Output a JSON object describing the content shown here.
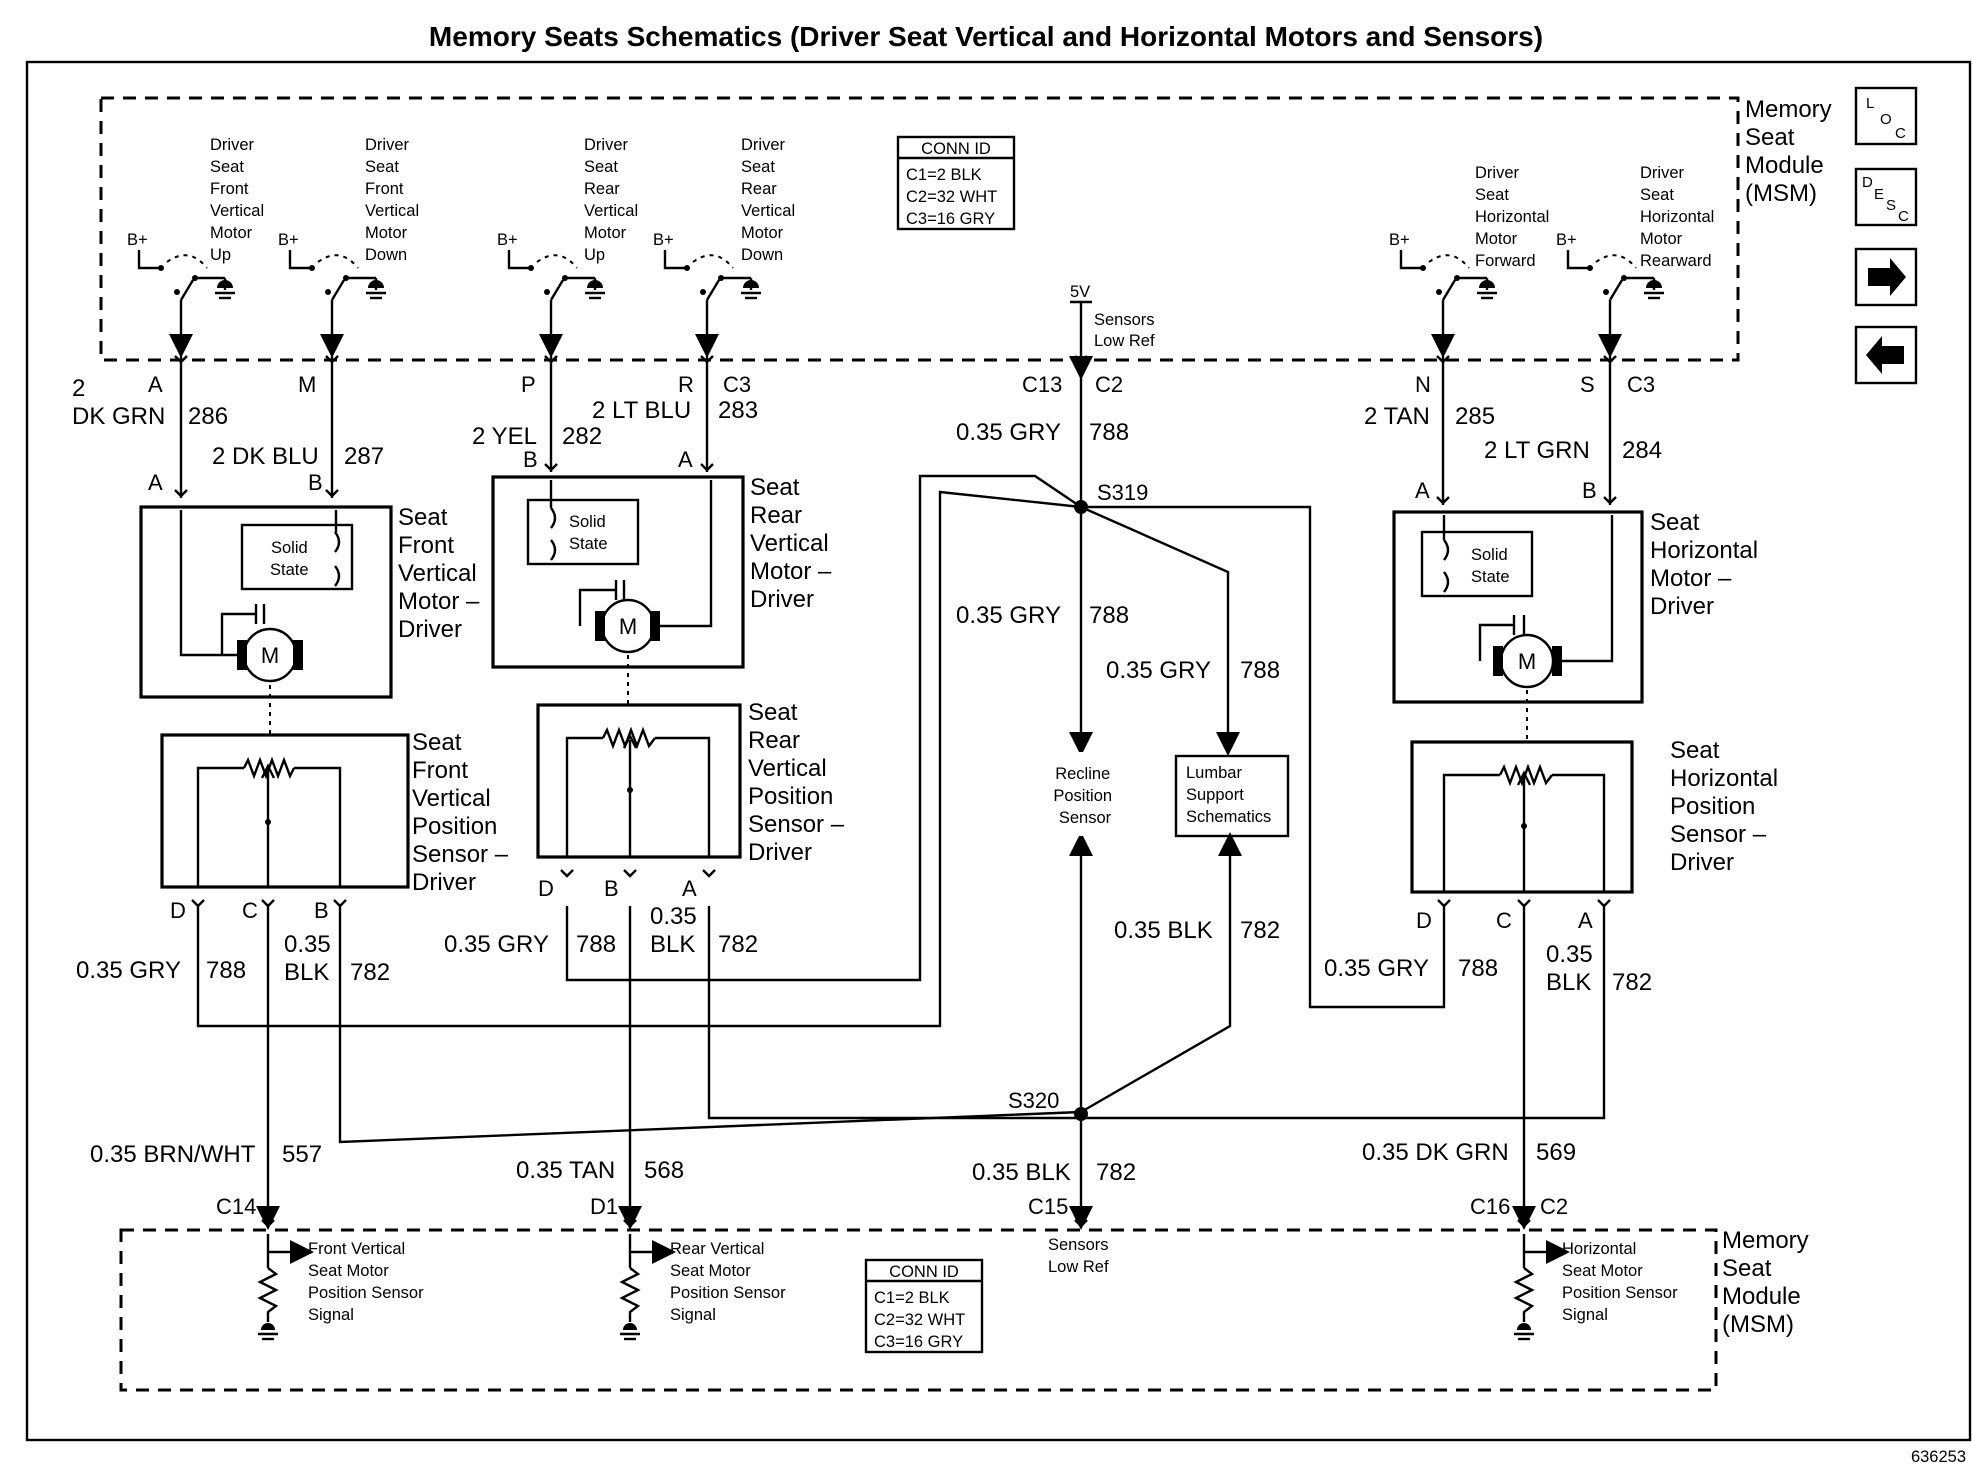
{
  "title": "Memory Seats Schematics (Driver Seat Vertical and Horizontal Motors and Sensors)",
  "doc_id": "636253",
  "nav": {
    "loc": [
      "L",
      "O",
      "C"
    ],
    "desc": [
      "D",
      "E",
      "S",
      "C"
    ]
  },
  "module": {
    "name_lines": [
      "Memory",
      "Seat",
      "Module",
      "(MSM)"
    ],
    "conn_id": {
      "title": "CONN ID",
      "lines": [
        "C1=2 BLK",
        "C2=32 WHT",
        "C3=16 GRY"
      ]
    },
    "bplus": "B+",
    "switches": [
      {
        "lines": [
          "Driver",
          "Seat",
          "Front",
          "Vertical",
          "Motor",
          "Up"
        ]
      },
      {
        "lines": [
          "Driver",
          "Seat",
          "Front",
          "Vertical",
          "Motor",
          "Down"
        ]
      },
      {
        "lines": [
          "Driver",
          "Seat",
          "Rear",
          "Vertical",
          "Motor",
          "Up"
        ]
      },
      {
        "lines": [
          "Driver",
          "Seat",
          "Rear",
          "Vertical",
          "Motor",
          "Down"
        ]
      },
      {
        "lines": [
          "Driver",
          "Seat",
          "Horizontal",
          "Motor",
          "Forward"
        ]
      },
      {
        "lines": [
          "Driver",
          "Seat",
          "Horizontal",
          "Motor",
          "Rearward"
        ]
      }
    ],
    "five_v": "5V",
    "sensors_low_ref": [
      "Sensors",
      "Low Ref"
    ],
    "signals": [
      [
        "Front Vertical",
        "Seat Motor",
        "Position Sensor",
        "Signal"
      ],
      [
        "Rear Vertical",
        "Seat Motor",
        "Position Sensor",
        "Signal"
      ],
      [
        "Horizontal",
        "Seat Motor",
        "Position Sensor",
        "Signal"
      ]
    ]
  },
  "pins": {
    "top_a": "A",
    "top_m": "M",
    "top_p": "P",
    "top_r": "R",
    "top_c3a": "C3",
    "top_c13": "C13",
    "top_c2a": "C2",
    "top_n": "N",
    "top_s": "S",
    "top_c3b": "C3",
    "bot_c14": "C14",
    "bot_d1": "D1",
    "bot_c15": "C15",
    "bot_c16": "C16",
    "bot_c2": "C2",
    "m1_a": "A",
    "m1_b": "B",
    "m2_b": "B",
    "m2_a": "A",
    "m3_a": "A",
    "m3_b": "B",
    "s1_d": "D",
    "s1_c": "C",
    "s1_b": "B",
    "s2_d": "D",
    "s2_b": "B",
    "s2_a": "A",
    "s3_d": "D",
    "s3_c": "C",
    "s3_a": "A"
  },
  "wires": {
    "w286_a": "2",
    "w286_b": "DK GRN",
    "w286_c": "286",
    "w287_a": "2 DK BLU",
    "w287_c": "287",
    "w282_a": "2 YEL",
    "w282_c": "282",
    "w283_a": "2 LT BLU",
    "w283_c": "283",
    "w788_top_a": "0.35 GRY",
    "w788_top_c": "788",
    "w788_mid_a": "0.35 GRY",
    "w788_mid_c": "788",
    "w788_lum_a": "0.35 GRY",
    "w788_lum_c": "788",
    "w285_a": "2 TAN",
    "w285_c": "285",
    "w284_a": "2 LT GRN",
    "w284_c": "284",
    "s1_788_a": "0.35 GRY",
    "s1_788_c": "788",
    "s1_782_a": "0.35",
    "s1_782_b": "BLK",
    "s1_782_c": "782",
    "s2_788_a": "0.35 GRY",
    "s2_788_c": "788",
    "s2_782_a": "0.35",
    "s2_782_b": "BLK",
    "s2_782_c": "782",
    "lum_782_a": "0.35 BLK",
    "lum_782_c": "782",
    "s3_788_a": "0.35 GRY",
    "s3_788_c": "788",
    "s3_782_a": "0.35",
    "s3_782_b": "BLK",
    "s3_782_c": "782",
    "w557_a": "0.35 BRN/WHT",
    "w557_c": "557",
    "w568_a": "0.35 TAN",
    "w568_c": "568",
    "w782_bot_a": "0.35 BLK",
    "w782_bot_c": "782",
    "w569_a": "0.35 DK GRN",
    "w569_c": "569"
  },
  "splices": {
    "s319": "S319",
    "s320": "S320"
  },
  "components": {
    "solid_state": [
      "Solid",
      "State"
    ],
    "motor_symbol": "M",
    "front_motor": [
      "Seat",
      "Front",
      "Vertical",
      "Motor –",
      "Driver"
    ],
    "rear_motor": [
      "Seat",
      "Rear",
      "Vertical",
      "Motor –",
      "Driver"
    ],
    "horiz_motor": [
      "Seat",
      "Horizontal",
      "Motor –",
      "Driver"
    ],
    "front_sensor": [
      "Seat",
      "Front",
      "Vertical",
      "Position",
      "Sensor –",
      "Driver"
    ],
    "rear_sensor": [
      "Seat",
      "Rear",
      "Vertical",
      "Position",
      "Sensor –",
      "Driver"
    ],
    "horiz_sensor": [
      "Seat",
      "Horizontal",
      "Position",
      "Sensor –",
      "Driver"
    ],
    "recline": [
      "Recline",
      "Position",
      "Sensor"
    ],
    "lumbar": [
      "Lumbar",
      "Support",
      "Schematics"
    ]
  }
}
